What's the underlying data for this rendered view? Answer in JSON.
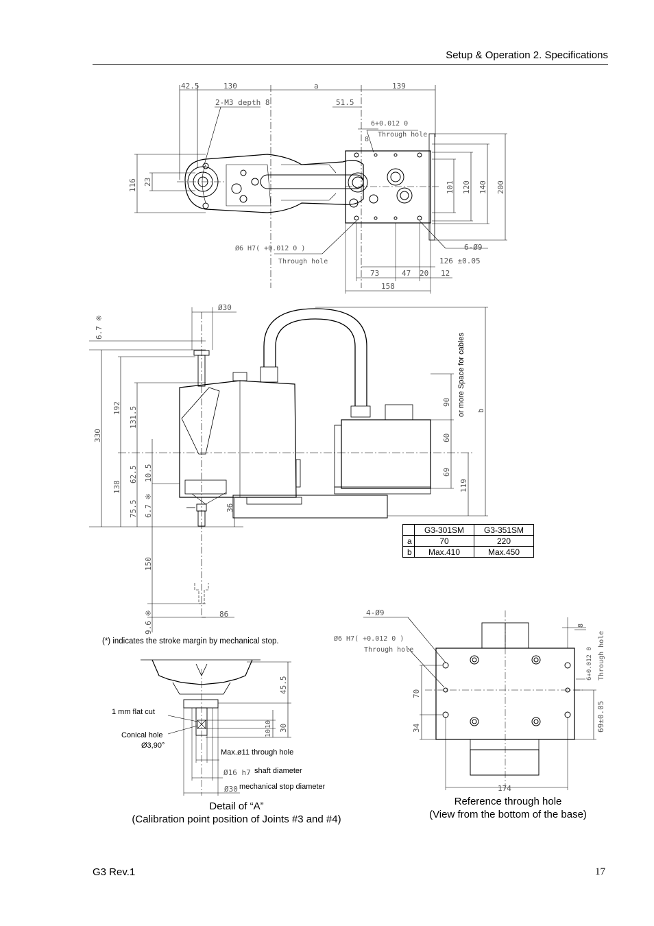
{
  "header": {
    "section": "Setup & Operation    2. Specifications"
  },
  "top_view": {
    "dims": {
      "d42_5": "42.5",
      "d130": "130",
      "da": "a",
      "d139": "139",
      "m3": "2-M3  depth 8",
      "d51_5": "51.5",
      "six_tol": "6+0.012 0",
      "through_hole": "Through hole",
      "d8": "8",
      "d116": "116",
      "d23": "23",
      "d101": "101",
      "d120": "120",
      "d140": "140",
      "d200": "200",
      "phi6": "Ø6  H7( +0.012 0 )",
      "through_hole2": "Through hole",
      "six_phi9": "6-Ø9",
      "d126": "126 ±0.05",
      "d73": "73",
      "d47": "47",
      "d20": "20",
      "d12": "12",
      "d158": "158"
    }
  },
  "side_view": {
    "dims": {
      "phi30": "Ø30",
      "s6_7": "6.7 ※",
      "d330": "330",
      "d192": "192",
      "d131_5": "131.5",
      "d138": "138",
      "d62_5": "62.5",
      "d10_5": "10.5",
      "d75_5": "75.5",
      "s6_7b": "6.7 ※",
      "d36": "36",
      "d150": "150",
      "s9_6": "9.6 ※",
      "d86": "86",
      "d90": "90",
      "d60": "60",
      "d69": "69",
      "d119": "119",
      "db": "b",
      "cables": "or more Space for cables"
    }
  },
  "variants_table": {
    "columns": [
      "",
      "G3-301SM",
      "G3-351SM"
    ],
    "rows": [
      [
        "a",
        "70",
        "220"
      ],
      [
        "b",
        "Max.410",
        "Max.450"
      ]
    ]
  },
  "notes": {
    "stroke": "(*) indicates the stroke margin by mechanical stop."
  },
  "detail_a": {
    "flat_cut": "1  mm  flat  cut",
    "conical1": "Conical hole",
    "conical2": "Ø3,90°",
    "max11": "Max.ø11 through hole",
    "phi16": "Ø16  h7",
    "shaft": "shaft diameter",
    "phi30": "Ø30",
    "mech_stop": "mechanical stop diameter",
    "d45_5": "45.5",
    "d10a": "10",
    "d10b": "10",
    "d30": "30",
    "caption1": "Detail of “A”",
    "caption2": "(Calibration point position of Joints #3 and #4)"
  },
  "bottom_view": {
    "four_phi9": "4-Ø9",
    "phi6": "Ø6  H7( +0.012 0 )",
    "through_hole": "Through hole",
    "d8": "8",
    "six_tol": "6+0.012 0",
    "through_hole2": "Through hole",
    "d70": "70",
    "d34": "34",
    "d69": "69±0.05",
    "d174": "174",
    "caption1": "Reference through hole",
    "caption2": "(View from the bottom of the base)"
  },
  "footer": {
    "doc": "G3 Rev.1",
    "page": "17"
  }
}
